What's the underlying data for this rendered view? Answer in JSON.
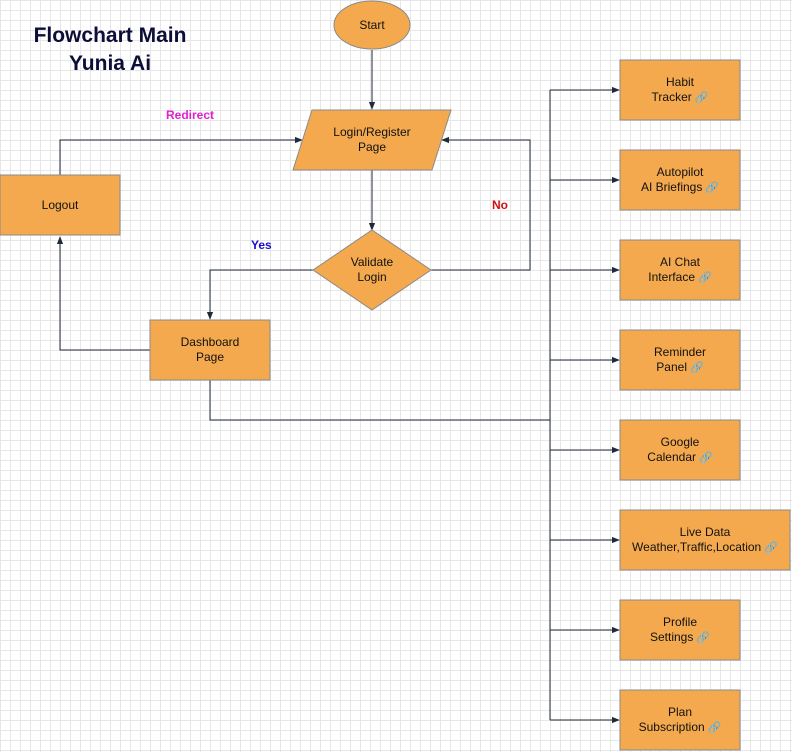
{
  "title": {
    "line1": "Flowchart Main",
    "line2": "Yunia Ai"
  },
  "colors": {
    "node_fill": "#f4a94e",
    "node_stroke": "#8a8a8a",
    "edge": "#1f2a3a",
    "title": "#0d0d3a",
    "redirect": "#e020d0",
    "yes": "#1a10c8",
    "no": "#d01010",
    "grid": "#e7e7e7"
  },
  "nodes": {
    "start": "Start",
    "login": [
      "Login/Register",
      "Page"
    ],
    "logout": "Logout",
    "validate": [
      "Validate",
      "Login"
    ],
    "dashboard": [
      "Dashboard",
      "Page"
    ]
  },
  "edge_labels": {
    "redirect": "Redirect",
    "yes": "Yes",
    "no": "No"
  },
  "features": [
    {
      "line1": "Habit",
      "line2": "Tracker",
      "link_icon": "link-icon"
    },
    {
      "line1": "Autopilot",
      "line2": "AI Briefings",
      "link_icon": "link-icon"
    },
    {
      "line1": "AI Chat",
      "line2": "Interface",
      "link_icon": "link-icon"
    },
    {
      "line1": "Reminder",
      "line2": "Panel",
      "link_icon": "link-icon"
    },
    {
      "line1": "Google",
      "line2": "Calendar",
      "link_icon": "link-icon"
    },
    {
      "line1": "Live Data",
      "line2": "Weather,Traffic,Location",
      "link_icon": "link-icon"
    },
    {
      "line1": "Profile",
      "line2": "Settings",
      "link_icon": "link-icon"
    },
    {
      "line1": "Plan",
      "line2": "Subscription",
      "link_icon": "link-icon"
    }
  ]
}
